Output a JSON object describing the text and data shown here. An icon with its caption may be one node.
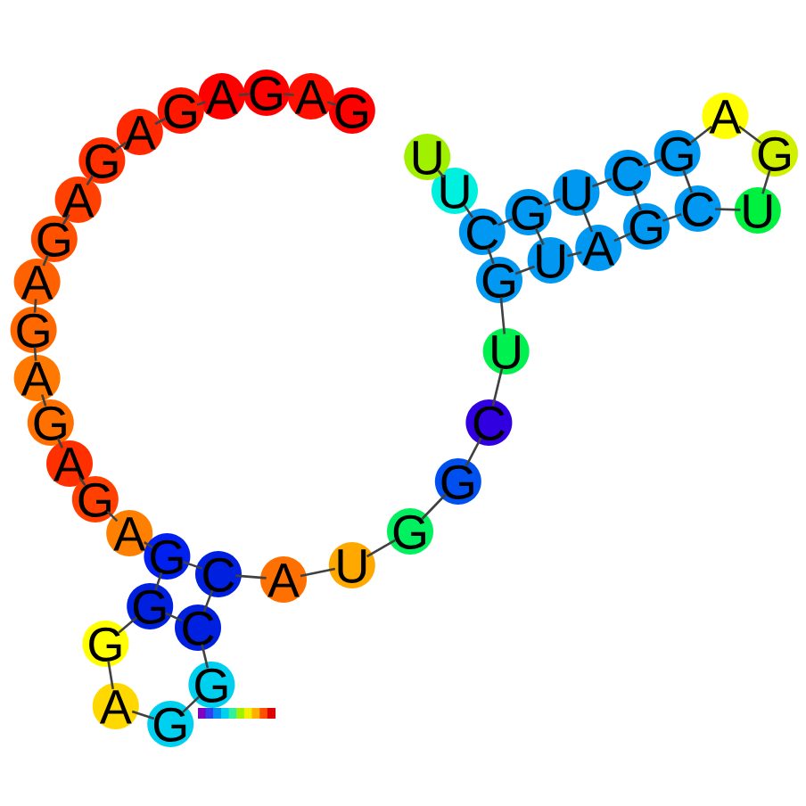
{
  "diagram": {
    "nodes": [
      {
        "text": [
          "G"
        ]
      },
      {
        "text": [
          "A"
        ]
      },
      {
        "text": [
          "G"
        ]
      },
      {
        "text": [
          "A"
        ]
      },
      {
        "text": [
          "G"
        ]
      },
      {
        "text": [
          "A"
        ]
      },
      {
        "text": [
          "G"
        ]
      },
      {
        "text": [
          "A"
        ]
      },
      {
        "text": [
          "G"
        ]
      },
      {
        "text": [
          "A"
        ]
      },
      {
        "text": [
          "G"
        ]
      },
      {
        "text": [
          "A"
        ]
      },
      {
        "text": [
          "G"
        ]
      },
      {
        "text": [
          "A"
        ]
      },
      {
        "text": [
          "G"
        ]
      },
      {
        "text": [
          "A"
        ]
      },
      {
        "text": [
          "G"
        ]
      },
      {
        "text": [
          "G"
        ]
      },
      {
        "text": [
          "G"
        ]
      },
      {
        "text": [
          "A"
        ]
      },
      {
        "text": [
          "G"
        ]
      },
      {
        "text": [
          "G"
        ]
      },
      {
        "text": [
          "C"
        ]
      },
      {
        "text": [
          "C"
        ]
      },
      {
        "text": [
          "A"
        ]
      },
      {
        "text": [
          "U"
        ]
      },
      {
        "text": [
          "G"
        ]
      },
      {
        "text": [
          "G"
        ]
      },
      {
        "text": [
          "C"
        ]
      },
      {
        "text": [
          "U"
        ]
      },
      {
        "text": [
          "G"
        ]
      },
      {
        "text": [
          "U"
        ]
      },
      {
        "text": [
          "A"
        ]
      },
      {
        "text": [
          "G"
        ]
      },
      {
        "text": [
          "C"
        ]
      },
      {
        "text": [
          "U"
        ]
      },
      {
        "text": [
          "G"
        ]
      },
      {
        "text": [
          "A"
        ]
      },
      {
        "text": [
          "G"
        ]
      },
      {
        "text": [
          "C"
        ]
      },
      {
        "text": [
          "U"
        ]
      },
      {
        "text": [
          "G"
        ]
      },
      {
        "text": [
          "C"
        ]
      },
      {
        "text": [
          "U"
        ]
      },
      {
        "text": [
          "U"
        ]
      }
    ],
    "edges": [
      {
        "from": 0,
        "to": 1,
        "arrow": "none"
      },
      {
        "from": 1,
        "to": 2,
        "arrow": "none"
      },
      {
        "from": 2,
        "to": 3,
        "arrow": "none"
      },
      {
        "from": 3,
        "to": 4,
        "arrow": "none"
      },
      {
        "from": 4,
        "to": 5,
        "arrow": "none"
      },
      {
        "from": 5,
        "to": 6,
        "arrow": "none"
      },
      {
        "from": 6,
        "to": 7,
        "arrow": "none"
      },
      {
        "from": 7,
        "to": 8,
        "arrow": "none"
      },
      {
        "from": 8,
        "to": 9,
        "arrow": "none"
      },
      {
        "from": 9,
        "to": 10,
        "arrow": "none"
      },
      {
        "from": 10,
        "to": 11,
        "arrow": "none"
      },
      {
        "from": 11,
        "to": 12,
        "arrow": "none"
      },
      {
        "from": 12,
        "to": 13,
        "arrow": "none"
      },
      {
        "from": 13,
        "to": 14,
        "arrow": "none"
      },
      {
        "from": 14,
        "to": 15,
        "arrow": "none"
      },
      {
        "from": 15,
        "to": 16,
        "arrow": "none"
      },
      {
        "from": 16,
        "to": 17,
        "arrow": "none"
      },
      {
        "from": 17,
        "to": 18,
        "arrow": "none"
      },
      {
        "from": 18,
        "to": 19,
        "arrow": "none"
      },
      {
        "from": 19,
        "to": 20,
        "arrow": "none"
      },
      {
        "from": 20,
        "to": 21,
        "arrow": "none"
      },
      {
        "from": 21,
        "to": 22,
        "arrow": "none"
      },
      {
        "from": 22,
        "to": 23,
        "arrow": "none"
      },
      {
        "from": 23,
        "to": 24,
        "arrow": "none"
      },
      {
        "from": 24,
        "to": 25,
        "arrow": "none"
      },
      {
        "from": 25,
        "to": 26,
        "arrow": "none"
      },
      {
        "from": 26,
        "to": 27,
        "arrow": "none"
      },
      {
        "from": 27,
        "to": 28,
        "arrow": "none"
      },
      {
        "from": 28,
        "to": 29,
        "arrow": "none"
      },
      {
        "from": 29,
        "to": 30,
        "arrow": "none"
      },
      {
        "from": 30,
        "to": 31,
        "arrow": "none"
      },
      {
        "from": 31,
        "to": 32,
        "arrow": "none"
      },
      {
        "from": 32,
        "to": 33,
        "arrow": "none"
      },
      {
        "from": 33,
        "to": 34,
        "arrow": "none"
      },
      {
        "from": 34,
        "to": 35,
        "arrow": "none"
      },
      {
        "from": 35,
        "to": 36,
        "arrow": "none"
      },
      {
        "from": 36,
        "to": 37,
        "arrow": "none"
      },
      {
        "from": 37,
        "to": 38,
        "arrow": "none"
      },
      {
        "from": 38,
        "to": 39,
        "arrow": "none"
      },
      {
        "from": 39,
        "to": 40,
        "arrow": "none"
      },
      {
        "from": 40,
        "to": 41,
        "arrow": "none"
      },
      {
        "from": 41,
        "to": 42,
        "arrow": "none"
      },
      {
        "from": 42,
        "to": 43,
        "arrow": "none"
      },
      {
        "from": 43,
        "to": 44,
        "arrow": "none"
      },
      {
        "from": 16,
        "to": 23,
        "arrow": "none"
      },
      {
        "from": 17,
        "to": 22,
        "arrow": "none"
      },
      {
        "from": 30,
        "to": 42,
        "arrow": "none"
      },
      {
        "from": 31,
        "to": 41,
        "arrow": "none"
      },
      {
        "from": 32,
        "to": 40,
        "arrow": "none"
      },
      {
        "from": 33,
        "to": 39,
        "arrow": "none"
      },
      {
        "from": 34,
        "to": 38,
        "arrow": "none"
      }
    ]
  }
}
